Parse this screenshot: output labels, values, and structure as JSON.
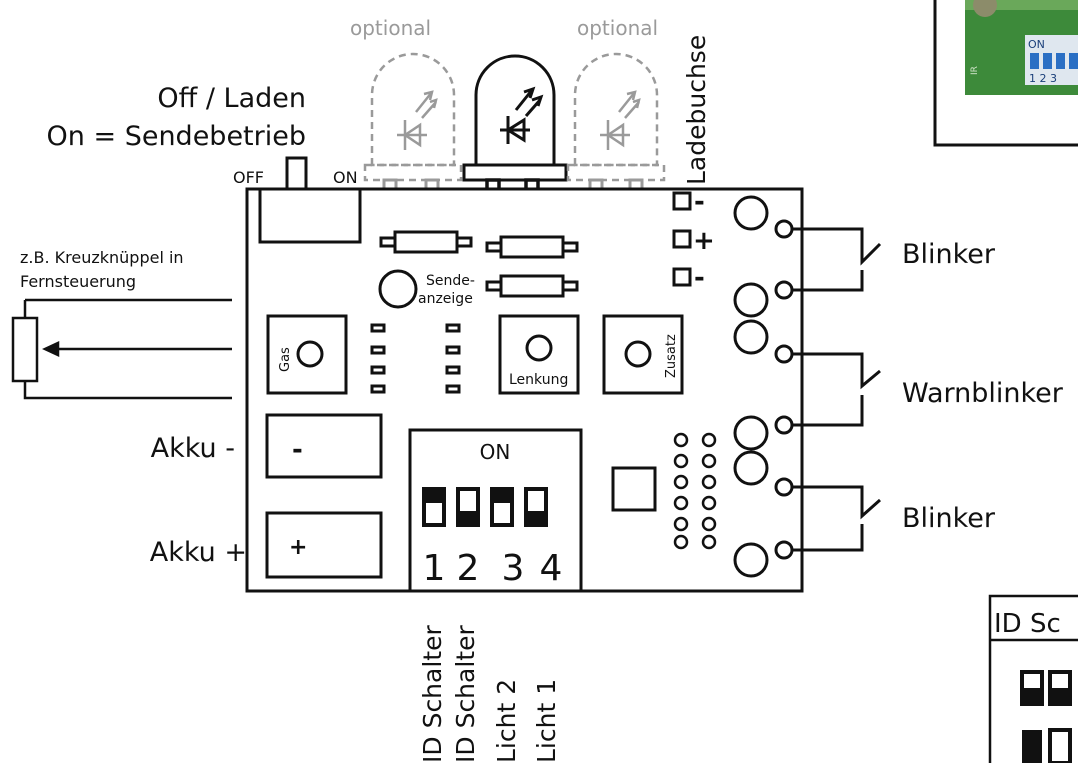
{
  "top_labels": {
    "optional_left": "optional",
    "optional_right": "optional",
    "ladebuchse": "Ladebuchse"
  },
  "switch_labels": {
    "line1": "Off / Laden",
    "line2": "On = Sendebetrieb",
    "off": "OFF",
    "on": "ON"
  },
  "stick_note": {
    "line1": "z.B. Kreuzknüppel in",
    "line2": "Fernsteuerung"
  },
  "board": {
    "sende_line1": "Sende-",
    "sende_line2": "anzeige",
    "gas": "Gas",
    "lenkung": "Lenkung",
    "zusatz": "Zusatz",
    "minus": "-",
    "plus": "+",
    "dip_on": "ON",
    "dip_numbers": [
      "1",
      "2",
      "3",
      "4"
    ],
    "charge_minus_top": "-",
    "charge_plus": "+",
    "charge_minus_bottom": "-"
  },
  "battery_labels": {
    "minus": "Akku -",
    "plus": "Akku +"
  },
  "outputs": {
    "blinker_top": "Blinker",
    "warnblinker": "Warnblinker",
    "blinker_bottom": "Blinker"
  },
  "dip_function_labels": [
    "ID Schalter",
    "ID Schalter",
    "Licht 2",
    "Licht 1"
  ],
  "right_panel": {
    "id_schalter_partial": "ID Sc",
    "photo_on": "ON",
    "photo_numbers": "1 2 3"
  },
  "colors": {
    "line": "#111111",
    "optional_led": "#9a9a9a",
    "photo_pcb": "#3d8a3a",
    "dip_blue": "#2a6fc4"
  },
  "icons": [
    "led-icon",
    "potentiometer-icon",
    "switch-icon",
    "resistor-icon"
  ]
}
